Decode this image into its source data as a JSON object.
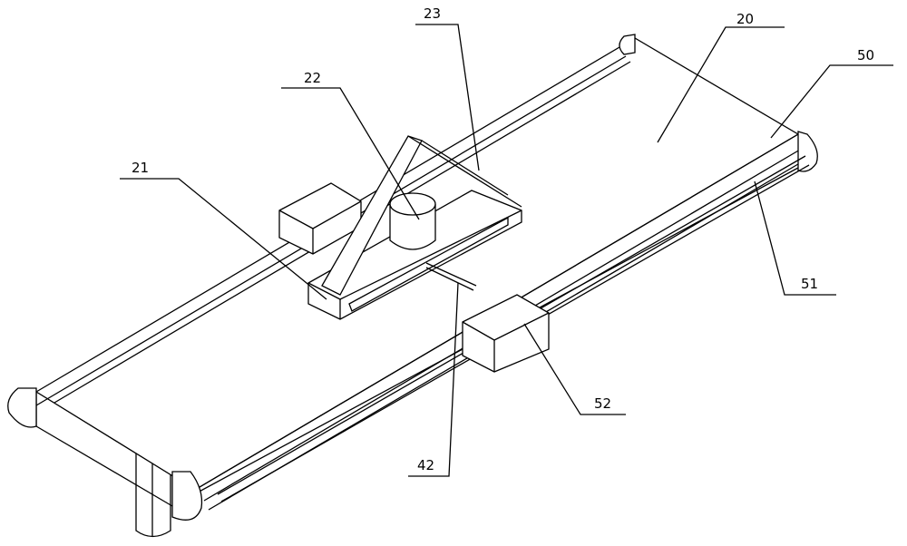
{
  "figure": {
    "labels": {
      "l20": "20",
      "l21": "21",
      "l22": "22",
      "l23": "23",
      "l42": "42",
      "l50": "50",
      "l51": "51",
      "l52": "52"
    }
  }
}
